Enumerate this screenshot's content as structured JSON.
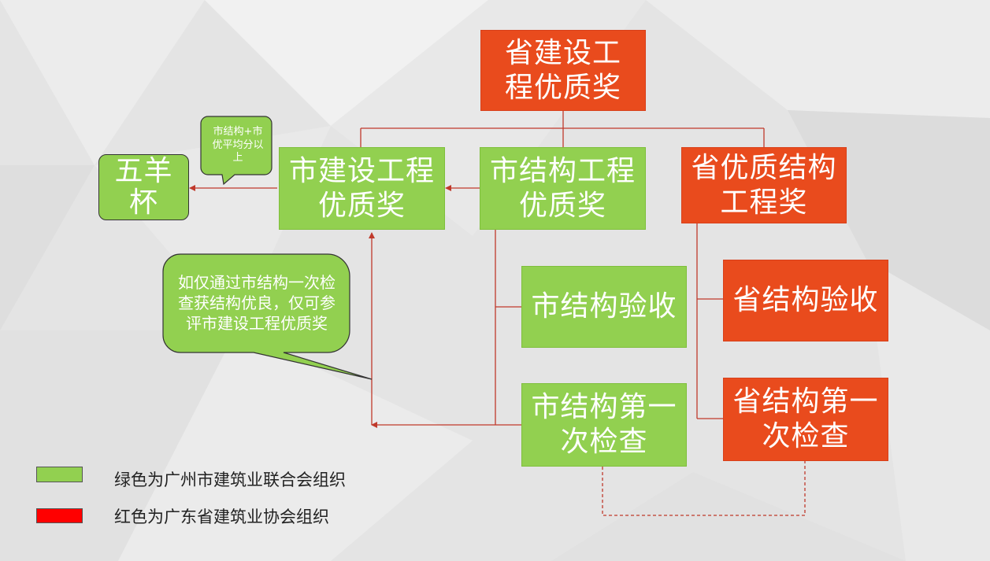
{
  "colors": {
    "green": "#92d050",
    "red": "#e94b1d",
    "legend_red": "#ff0000",
    "connector": "#c0392b"
  },
  "nodes": {
    "prov_construction_award": "省建设工程优质奖",
    "city_construction_award": "市建设工程优质奖",
    "city_structure_award": "市结构工程优质奖",
    "prov_structure_award": "省优质结构工程奖",
    "wuyang_cup": "五羊杯",
    "city_structure_acceptance": "市结构验收",
    "prov_structure_acceptance": "省结构验收",
    "city_first_inspection": "市结构第一次检查",
    "prov_first_inspection": "省结构第一次检查"
  },
  "callouts": {
    "small": "市结构+市优平均分以上",
    "large": "如仅通过市结构一次检查获结构优良，仅可参评市建设工程优质奖"
  },
  "legend": {
    "green_label": "绿色为广州市建筑业联合会组织",
    "red_label": "红色为广东省建筑业协会组织"
  }
}
